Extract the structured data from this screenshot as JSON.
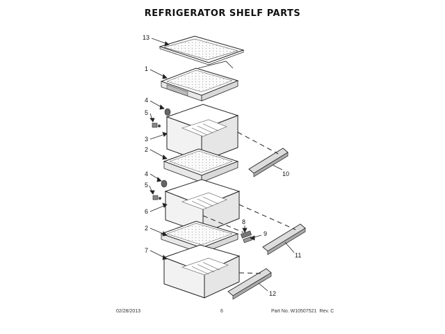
{
  "title": "REFRIGERATOR SHELF PARTS",
  "callouts": [
    "13",
    "1",
    "4",
    "5",
    "3",
    "2",
    "4",
    "5",
    "6",
    "2",
    "7",
    "8",
    "9",
    "10",
    "11",
    "12"
  ],
  "footer": {
    "date": "02/28/2013",
    "page": "6",
    "part_no": "Part No. W10507521",
    "rev": "Rev. C"
  }
}
